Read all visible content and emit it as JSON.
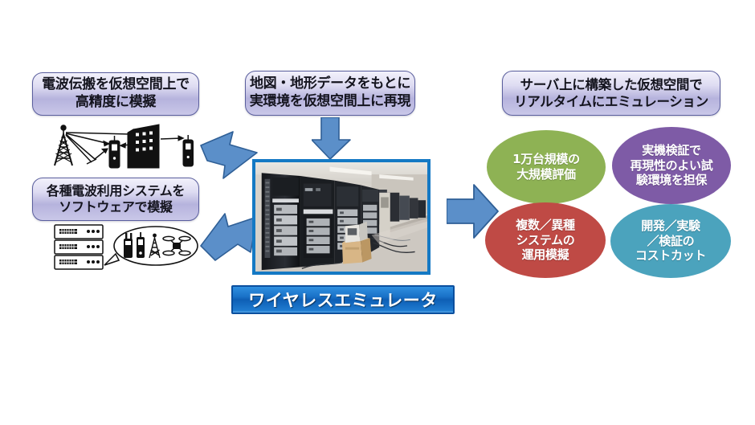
{
  "diagram": {
    "title_banner": "ワイヤレスエミュレータ",
    "callouts": [
      {
        "id": "propagation",
        "text": "電波伝搬を仮想空間上で\n高精度に模擬"
      },
      {
        "id": "systems",
        "text": "各種電波利用システムを\nソフトウェアで模擬"
      },
      {
        "id": "map",
        "text": "地図・地形データをもとに\n実環境を仮想空間上に再現"
      },
      {
        "id": "server",
        "text": "サーバ上に構築した仮想空間で\nリアルタイムにエミュレーション"
      }
    ],
    "benefits": [
      {
        "id": "scale",
        "text": "1万台規模の\n大規模評価",
        "color": "#8eb254"
      },
      {
        "id": "reproduce",
        "text": "実機検証で\n再現性のよい試\n験環境を担保",
        "color": "#7e5ba6"
      },
      {
        "id": "multisys",
        "text": "複数／異種\nシステムの\n運用模擬",
        "color": "#bf4a45"
      },
      {
        "id": "costcut",
        "text": "開発／実験\n／検証の\nコストカット",
        "color": "#4ba3bd"
      }
    ],
    "arrows": [
      {
        "id": "propagation-to-photo",
        "direction": "right-down"
      },
      {
        "id": "systems-to-photo",
        "direction": "right-up"
      },
      {
        "id": "map-to-photo",
        "direction": "down"
      },
      {
        "id": "photo-to-benefits",
        "direction": "right"
      }
    ],
    "icons": {
      "propagation_scene": "radio-propagation-icon",
      "systems_scene": "server-rack-devices-icon",
      "photo": "server-room-photo"
    },
    "colors": {
      "arrow_fill": "#5b8fc9",
      "arrow_stroke": "#2f5f96",
      "callout_border": "#5b5f9e",
      "banner_blue": "#1a72c8",
      "photo_border": "#1479c4"
    }
  }
}
